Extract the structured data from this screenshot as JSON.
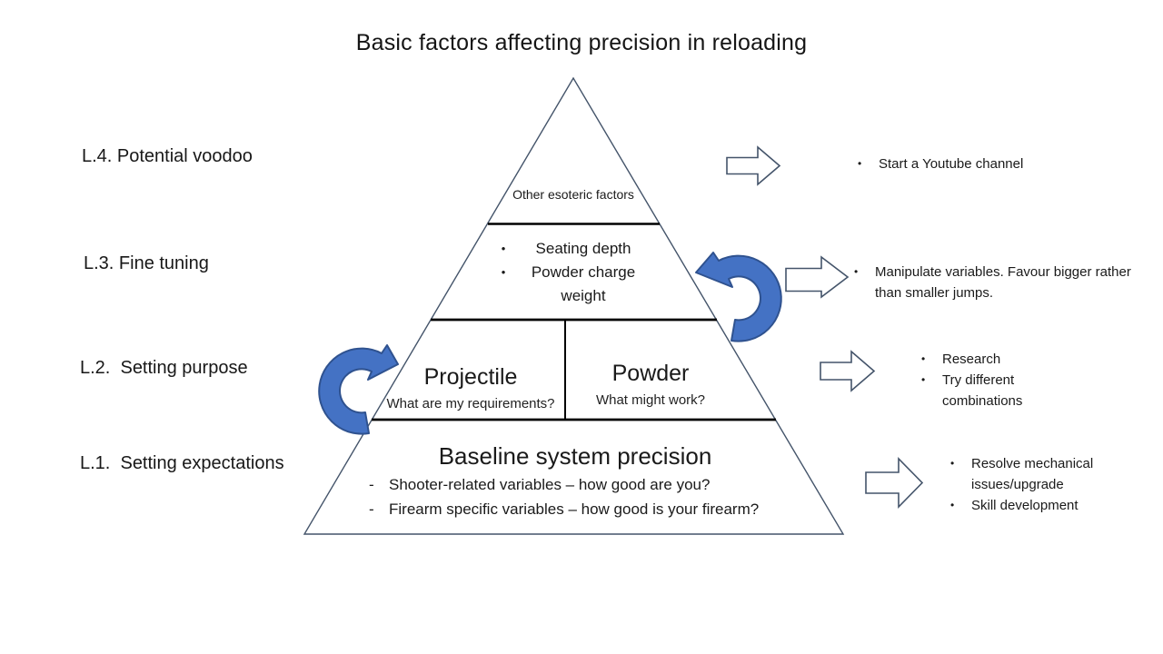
{
  "title": "Basic factors affecting precision in reloading",
  "left_labels": {
    "l4": "L.4. Potential voodoo",
    "l3": "L.3. Fine tuning",
    "l2": "L.2.  Setting purpose",
    "l1": "L.1.  Setting expectations"
  },
  "pyramid": {
    "tier4": {
      "text": "Other esoteric factors"
    },
    "tier3": {
      "bullets": [
        "Seating depth",
        "Powder charge weight"
      ]
    },
    "tier2": {
      "left": {
        "title": "Projectile",
        "subtitle": "What are my requirements?"
      },
      "right": {
        "title": "Powder",
        "subtitle": "What might work?"
      }
    },
    "tier1": {
      "title": "Baseline system precision",
      "items": [
        "Shooter-related variables – how good are you?",
        "Firearm specific variables – how good is your firearm?"
      ]
    }
  },
  "right_notes": {
    "l4": [
      "Start a Youtube channel"
    ],
    "l3": [
      "Manipulate variables. Favour bigger rather than smaller jumps."
    ],
    "l2": [
      "Research",
      "Try different combinations"
    ],
    "l1": [
      "Resolve mechanical issues/upgrade",
      "Skill development"
    ]
  },
  "bullet_char": "•",
  "dash_char": "-",
  "colors": {
    "curved_arrow_fill": "#4472C4",
    "curved_arrow_stroke": "#2F528F",
    "outline": "#44546A",
    "divider": "#000000",
    "text": "#1a1a1a"
  }
}
